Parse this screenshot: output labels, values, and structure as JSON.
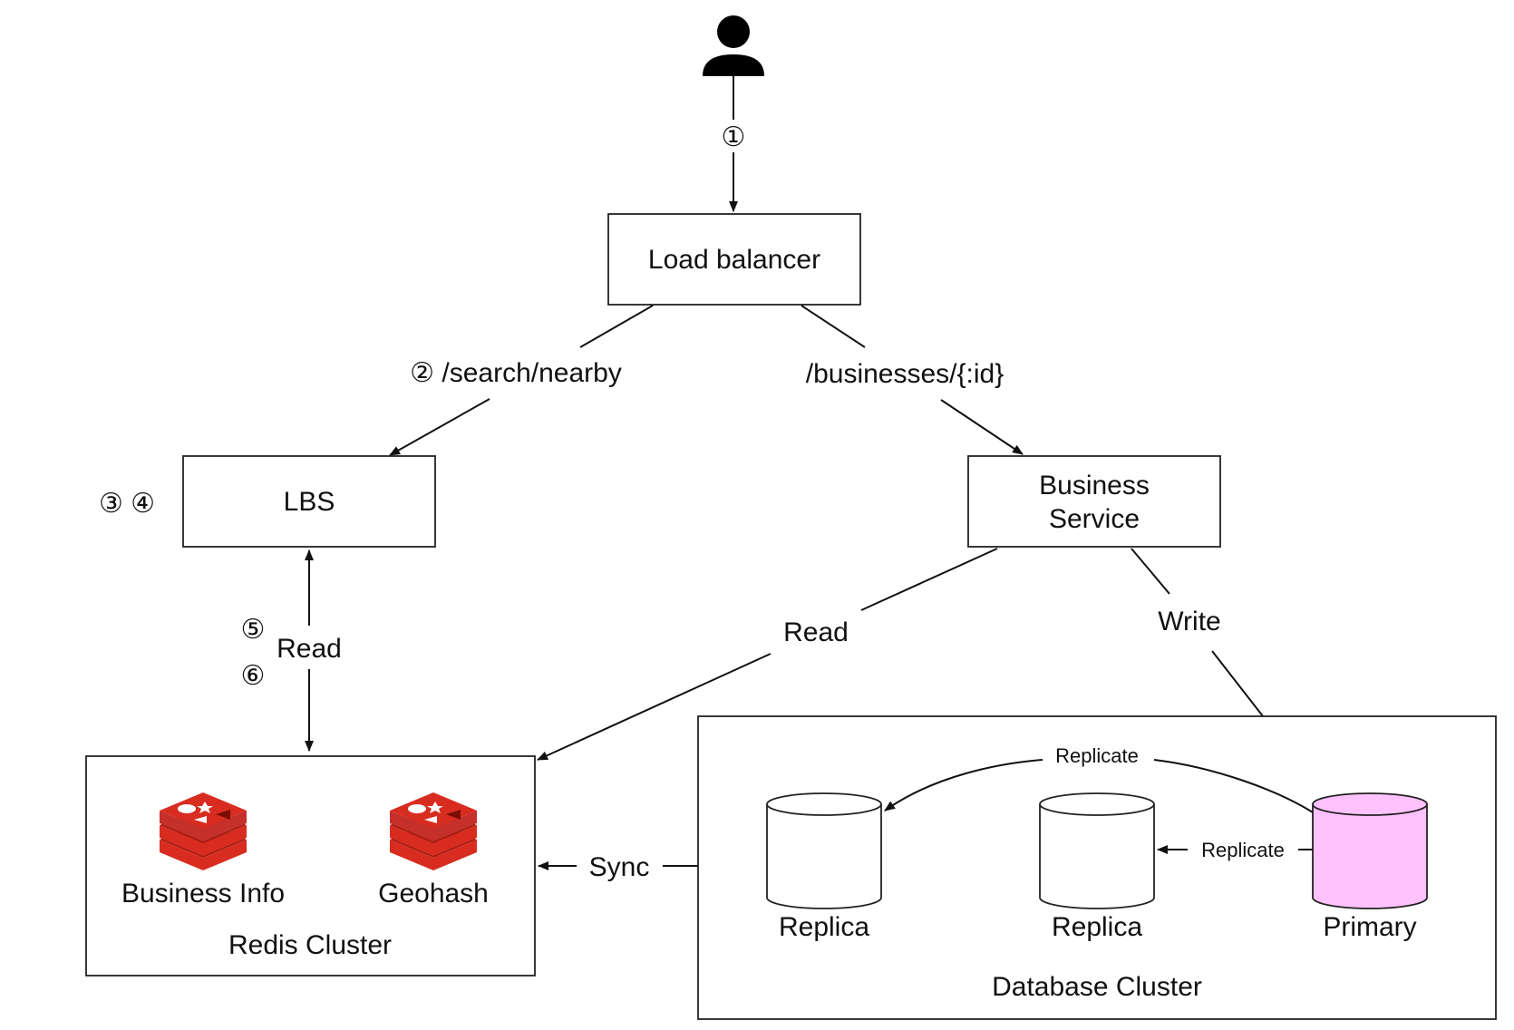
{
  "colors": {
    "primary_db_fill": "#ffc2ff",
    "redis_red": "#d82c20",
    "stroke": "#222222"
  },
  "icons": {
    "user": "user-icon",
    "redis": "redis-logo-icon"
  },
  "nodes": {
    "load_balancer": "Load balancer",
    "lbs": "LBS",
    "business_service_line1": "Business",
    "business_service_line2": "Service",
    "redis_cluster": "Redis Cluster",
    "business_info": "Business Info",
    "geohash": "Geohash",
    "database_cluster": "Database Cluster",
    "replica_1": "Replica",
    "replica_2": "Replica",
    "primary": "Primary"
  },
  "edges": {
    "step_1": "①",
    "search_nearby": "② /search/nearby",
    "businesses_id": "/businesses/{:id}",
    "steps_3_4": "③  ④",
    "step_5": "⑤",
    "step_6": "⑥",
    "lbs_read": "Read",
    "bs_read": "Read",
    "bs_write": "Write",
    "sync": "Sync",
    "replicate_top": "Replicate",
    "replicate_mid": "Replicate"
  }
}
